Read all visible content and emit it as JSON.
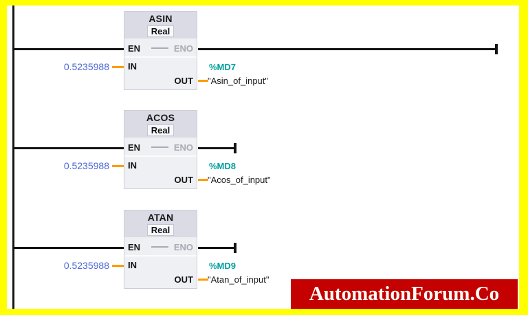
{
  "networks": [
    {
      "title": "ASIN",
      "type": "Real",
      "pins": {
        "en": "EN",
        "eno": "ENO",
        "in": "IN",
        "out": "OUT"
      },
      "in_value": "0.5235988",
      "out_address": "%MD7",
      "out_tag": "\"Asin_of_input\""
    },
    {
      "title": "ACOS",
      "type": "Real",
      "pins": {
        "en": "EN",
        "eno": "ENO",
        "in": "IN",
        "out": "OUT"
      },
      "in_value": "0.5235988",
      "out_address": "%MD8",
      "out_tag": "\"Acos_of_input\""
    },
    {
      "title": "ATAN",
      "type": "Real",
      "pins": {
        "en": "EN",
        "eno": "ENO",
        "in": "IN",
        "out": "OUT"
      },
      "in_value": "0.5235988",
      "out_address": "%MD9",
      "out_tag": "\"Atan_of_input\""
    }
  ],
  "watermark": {
    "text": "AutomationForum.Co"
  },
  "colors": {
    "frame": "#ffff00",
    "wire": "#141414",
    "operand_value": "#4a66d4",
    "connector_stub": "#ff9c00",
    "operand_address": "#00a0a0",
    "block_header": "#dadbe4",
    "block_body": "#eef0f3",
    "eno_disabled": "#a8aab2",
    "watermark_bg": "#c40000",
    "watermark_fg": "#ffffff"
  }
}
